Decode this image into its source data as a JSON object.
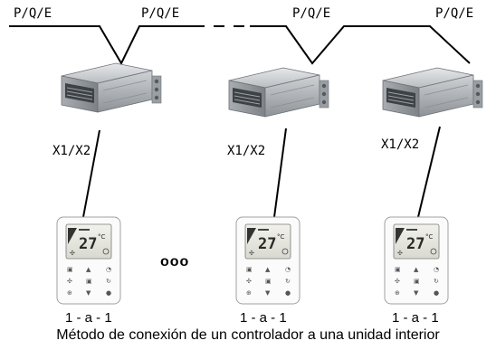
{
  "bus_labels": [
    "P/Q/E",
    "P/Q/E",
    "P/Q/E",
    "P/Q/E"
  ],
  "wire_labels": [
    "X1/X2",
    "X1/X2",
    "X1/X2"
  ],
  "unit_labels": [
    "1 - a - 1",
    "1 - a - 1",
    "1 - a - 1"
  ],
  "ellipsis": "ooo",
  "caption": "Método de conexión de un controlador a una unidad interior",
  "icons": [
    "indoor-unit-icon",
    "wired-controller-icon"
  ]
}
